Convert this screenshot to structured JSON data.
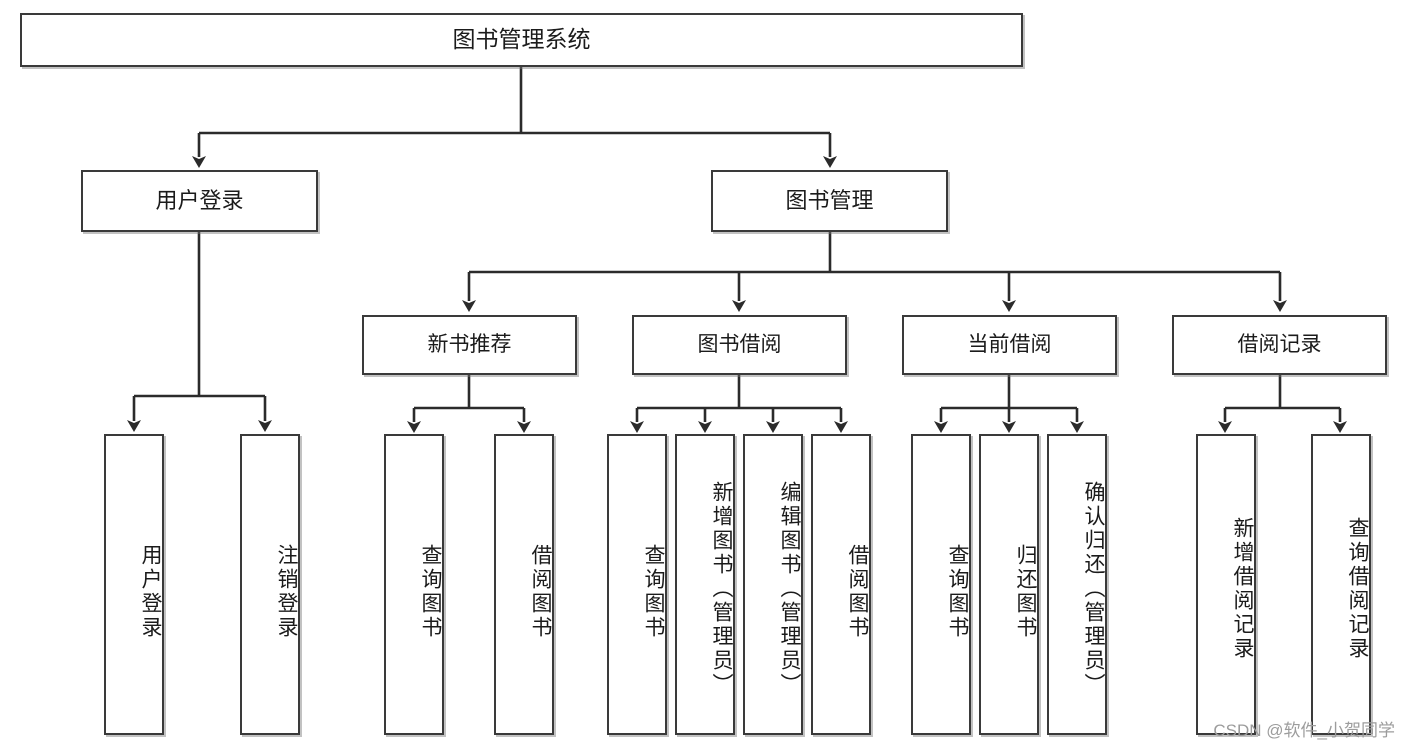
{
  "diagram": {
    "title": "图书管理系统",
    "type": "tree-hierarchy-diagram",
    "colors": {
      "box_border": "#3a3a3a",
      "box_fill": "#ffffff",
      "connector": "#2b2b2b",
      "text": "#1b1b1b",
      "watermark": "#9c9c9c",
      "background": "#ffffff"
    }
  },
  "root": {
    "label": "图书管理系统"
  },
  "level2": [
    {
      "label": "用户登录"
    },
    {
      "label": "图书管理"
    }
  ],
  "level3": [
    {
      "label": "新书推荐"
    },
    {
      "label": "图书借阅"
    },
    {
      "label": "当前借阅"
    },
    {
      "label": "借阅记录"
    }
  ],
  "leaves": {
    "user_login": [
      {
        "label": "用户登录"
      },
      {
        "label": "注销登录"
      }
    ],
    "new_book_recommend": [
      {
        "label": "查询图书"
      },
      {
        "label": "借阅图书"
      }
    ],
    "book_borrow": [
      {
        "label": "查询图书"
      },
      {
        "label": "新增图书（管理员）"
      },
      {
        "label": "编辑图书（管理员）"
      },
      {
        "label": "借阅图书"
      }
    ],
    "current_borrow": [
      {
        "label": "查询图书"
      },
      {
        "label": "归还图书"
      },
      {
        "label": "确认归还（管理员）"
      }
    ],
    "borrow_record": [
      {
        "label": "新增借阅记录"
      },
      {
        "label": "查询借阅记录"
      }
    ]
  },
  "watermark": {
    "text": "CSDN @软件_小贺同学"
  }
}
